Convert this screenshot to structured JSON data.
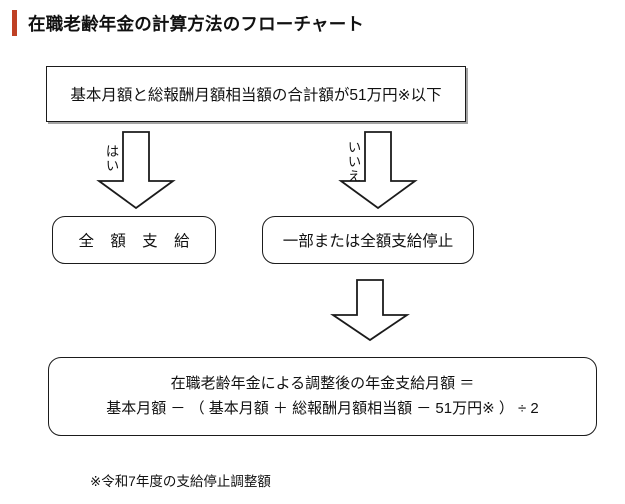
{
  "title": {
    "text": "在職老齢年金の計算方法のフローチャート",
    "accent_color": "#bf4024"
  },
  "flowchart": {
    "condition": {
      "label": "基本月額と総報酬月額相当額の合計額が51万円※以下",
      "shape": "rectangle"
    },
    "branches": [
      {
        "arrow_label": "はい",
        "result": "全 額 支 給",
        "shape": "rounded-rectangle"
      },
      {
        "arrow_label": "いいえ",
        "result": "一部または全額支給停止",
        "shape": "rounded-rectangle"
      }
    ],
    "down_arrow_label": "",
    "formula": {
      "line1": "在職老齢年金による調整後の年金支給月額 ＝",
      "line2": "基本月額 － （ 基本月額 ＋ 総報酬月額相当額 － 51万円※ ） ÷ 2",
      "shape": "rounded-rectangle"
    }
  },
  "footnote": {
    "text": "※令和7年度の支給停止調整額"
  }
}
